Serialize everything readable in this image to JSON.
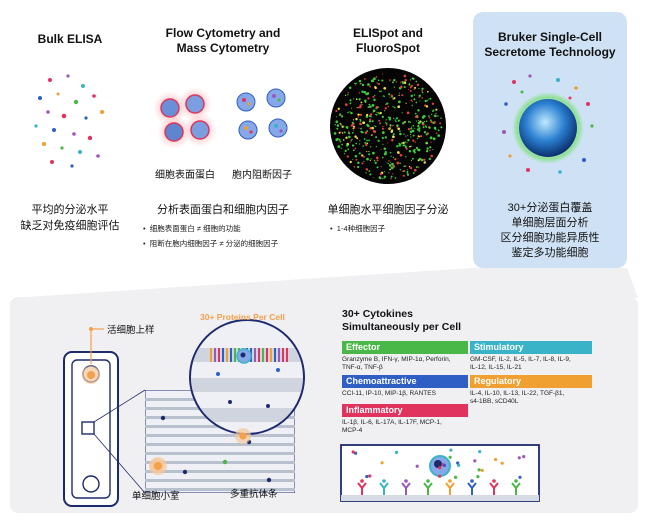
{
  "columns": {
    "bulk_elisa": {
      "title": "Bulk ELISA",
      "desc_line1": "平均的分泌水平",
      "desc_line2": "缺乏对免疫细胞评估"
    },
    "flow": {
      "title_line1": "Flow Cytometry and",
      "title_line2": "Mass Cytometry",
      "cap_left": "细胞表面蛋白",
      "cap_right": "胞内阻断因子",
      "desc": "分析表面蛋白和细胞内因子",
      "bullet1": "细胞表面蛋白 ≠ 细胞的功能",
      "bullet2": "阻断在胞内细胞因子 ≠ 分泌的细胞因子"
    },
    "elispot": {
      "title_line1": "ELISpot and",
      "title_line2": "FluoroSpot",
      "desc": "单细胞水平细胞因子分泌",
      "bullet1": "1-4种细胞因子"
    },
    "bruker": {
      "title_line1": "Bruker Single-Cell",
      "title_line2": "Secretome Technology",
      "desc_line1": "30+分泌蛋白覆盖",
      "desc_line2": "单细胞层面分析",
      "desc_line3": "区分细胞功能异质性",
      "desc_line4": "鉴定多功能细胞"
    }
  },
  "workflow": {
    "live_cell_label": "活细胞上样",
    "proteins_label": "30+ Proteins Per Cell",
    "chamber_label": "单细胞小室",
    "antibody_label": "多重抗体条"
  },
  "cytokines": {
    "heading_line1": "30+ Cytokines",
    "heading_line2": "Simultaneously per Cell",
    "groups": {
      "effector": {
        "name": "Effector",
        "line1": "Granzyme B, IFN-γ, MIP-1α, Perforin,",
        "line2": "TNF-α, TNF-β"
      },
      "stimulatory": {
        "name": "Stimulatory",
        "line1": "GM-CSF, IL-2, IL-5, IL-7, IL-8, IL-9,",
        "line2": "IL-12, IL-15, IL-21"
      },
      "chemoattractive": {
        "name": "Chemoattractive",
        "line1": "CCI-11, IP-10, MIP-1β, RANTES"
      },
      "regulatory": {
        "name": "Regulatory",
        "line1": "IL-4, IL-10, IL-13, IL-22, TGF-β1,",
        "line2": "s4-1BB, sCD40L"
      },
      "inflammatory": {
        "name": "Inflammatory",
        "line1": "IL-1β, IL-6, IL-17A, IL-17F, MCP-1,",
        "line2": "MCP-4"
      }
    }
  },
  "colors": {
    "effector": "#49b848",
    "stimulatory": "#3ab3c9",
    "chemoattractive": "#2f5ec4",
    "regulatory": "#f0a030",
    "inflammatory": "#e0335d",
    "accent_orange": "#f5a04a",
    "navy": "#1e2a6e",
    "panel_blue": "#cfe2f5"
  }
}
